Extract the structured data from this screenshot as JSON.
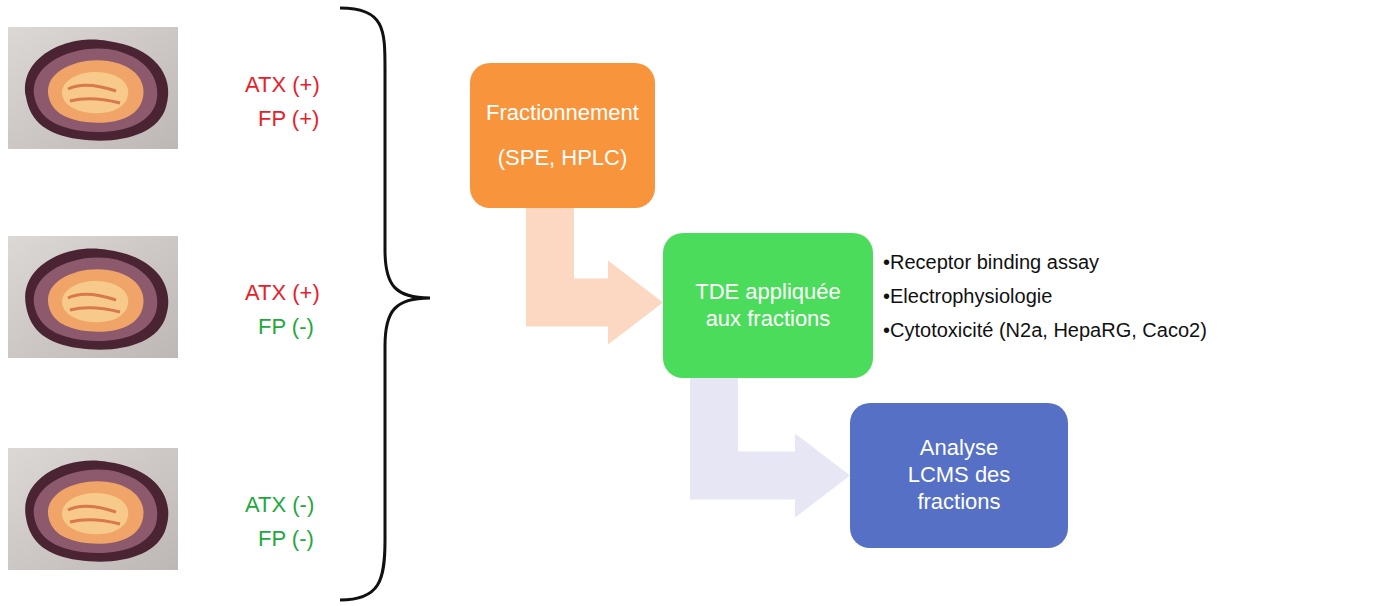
{
  "diagram": {
    "nodes": [
      {
        "text": [
          "Fractionnement",
          "(SPE, HPLC)"
        ]
      },
      {
        "text": [
          "TDE appliquée aux fractions"
        ]
      },
      {
        "text": [
          "Analyse LCMS des fractions"
        ]
      }
    ],
    "edges": [
      {
        "from": 0,
        "to": 1,
        "arrow": "to"
      },
      {
        "from": 1,
        "to": 2,
        "arrow": "to"
      }
    ],
    "labels": [
      "ATX (+)",
      "FP (+)",
      "ATX (+)",
      "FP (-)",
      "ATX (-)",
      "FP (-)",
      "•Receptor binding assay",
      "•Electrophysiologie",
      "•Cytotoxicité (N2a, HepaRG, Caco2)"
    ]
  }
}
